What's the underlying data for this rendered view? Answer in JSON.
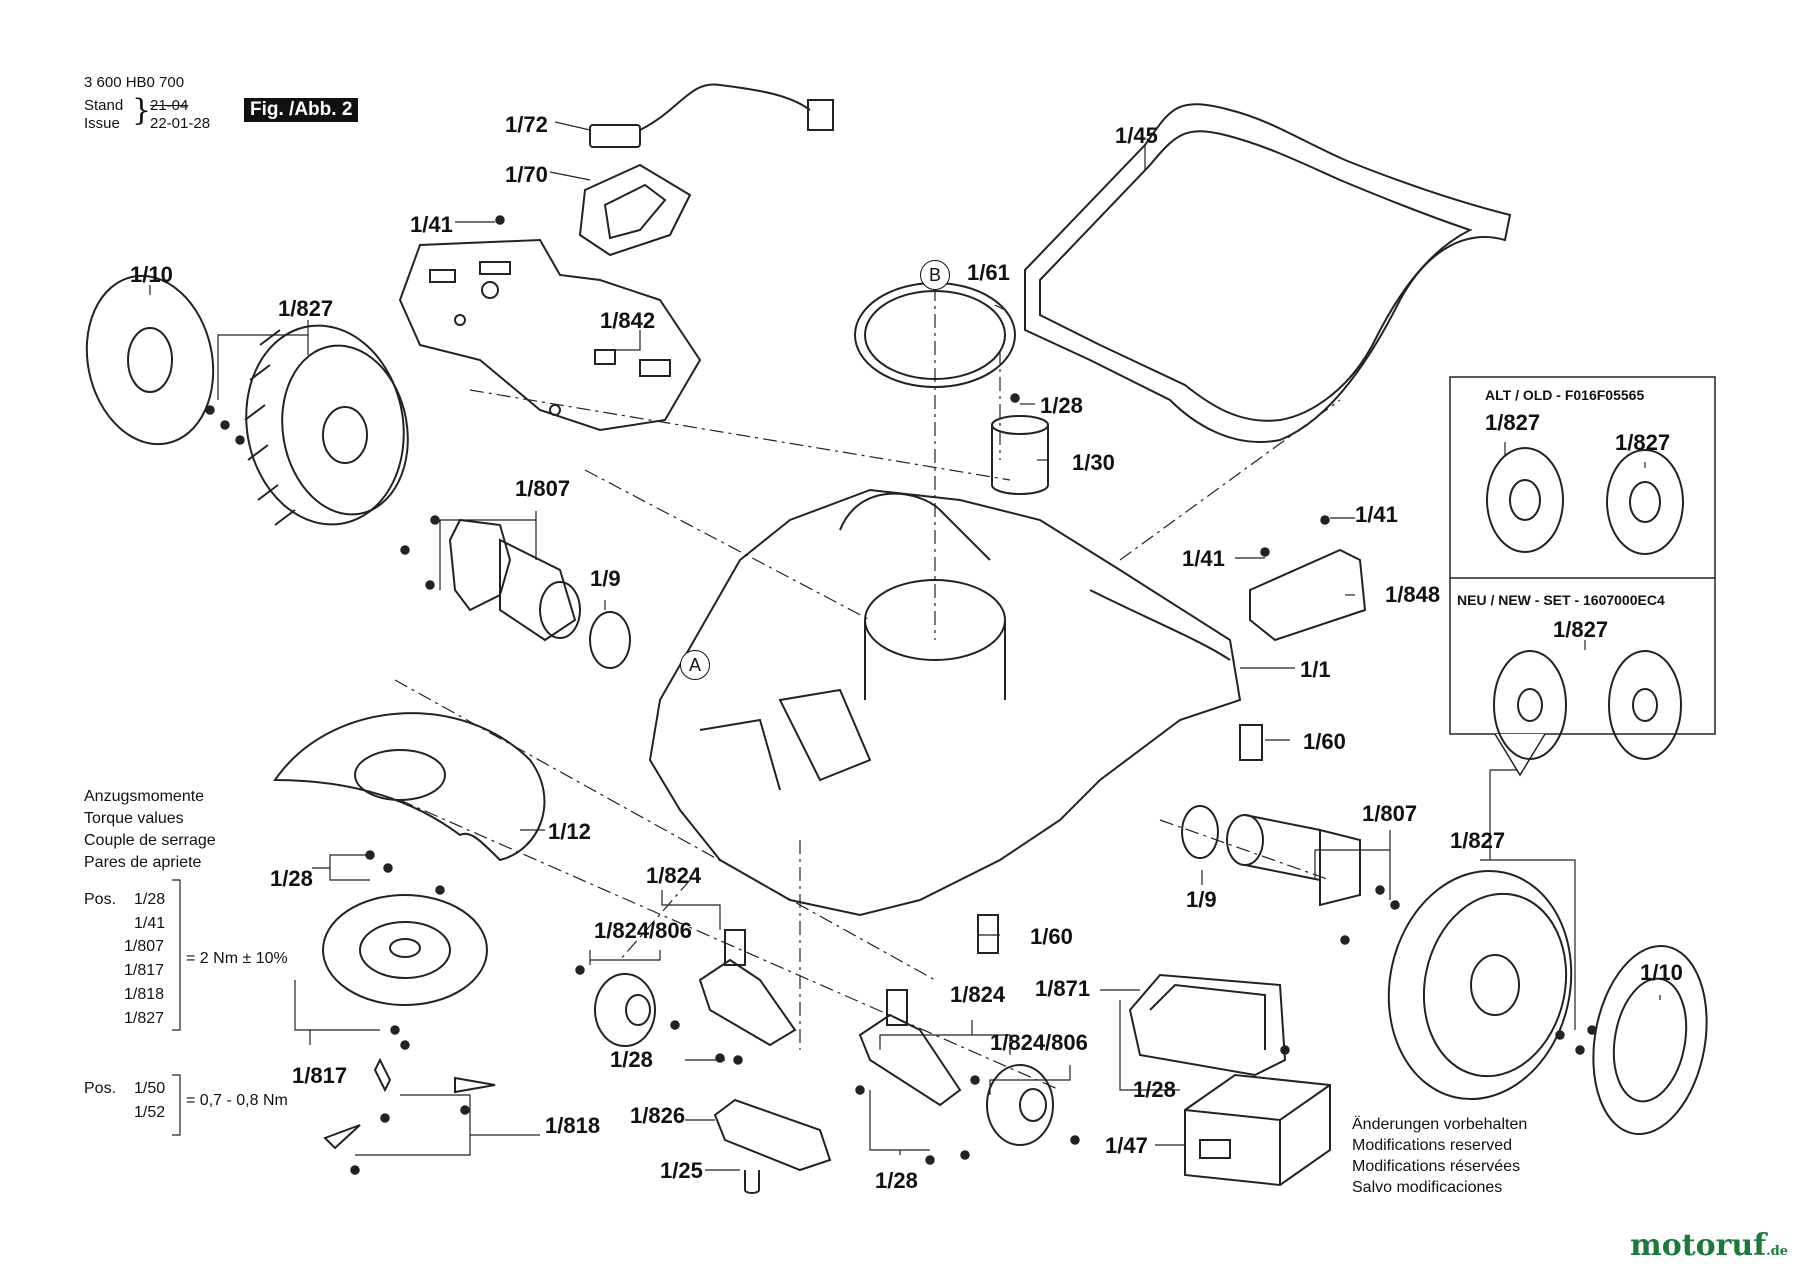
{
  "header": {
    "doc_number": "3 600 HB0 700",
    "stand_label": "Stand",
    "issue_label": "Issue",
    "stand_value": "21-04",
    "issue_value": "22-01-28",
    "figure": "Fig. /Abb. 2"
  },
  "callouts": {
    "a": "A",
    "b": "B"
  },
  "parts": [
    {
      "id": "p-1-72",
      "label": "1/72"
    },
    {
      "id": "p-1-70",
      "label": "1/70"
    },
    {
      "id": "p-1-41-top",
      "label": "1/41"
    },
    {
      "id": "p-1-45",
      "label": "1/45"
    },
    {
      "id": "p-1-10-left",
      "label": "1/10"
    },
    {
      "id": "p-1-827-left",
      "label": "1/827"
    },
    {
      "id": "p-1-842",
      "label": "1/842"
    },
    {
      "id": "p-1-61",
      "label": "1/61"
    },
    {
      "id": "p-1-28-shaft",
      "label": "1/28"
    },
    {
      "id": "p-1-30",
      "label": "1/30"
    },
    {
      "id": "p-1-807-left",
      "label": "1/807"
    },
    {
      "id": "p-1-9-left",
      "label": "1/9"
    },
    {
      "id": "p-1-41-right-a",
      "label": "1/41"
    },
    {
      "id": "p-1-41-right-b",
      "label": "1/41"
    },
    {
      "id": "p-1-848",
      "label": "1/848"
    },
    {
      "id": "p-1-1",
      "label": "1/1"
    },
    {
      "id": "p-1-60-right",
      "label": "1/60"
    },
    {
      "id": "p-1-12",
      "label": "1/12"
    },
    {
      "id": "p-1-28-disc",
      "label": "1/28"
    },
    {
      "id": "p-1-824-a",
      "label": "1/824"
    },
    {
      "id": "p-1-824-806-a",
      "label": "1/824/806"
    },
    {
      "id": "p-1-807-right",
      "label": "1/807"
    },
    {
      "id": "p-1-827-right",
      "label": "1/827"
    },
    {
      "id": "p-1-9-right",
      "label": "1/9"
    },
    {
      "id": "p-1-60-center",
      "label": "1/60"
    },
    {
      "id": "p-1-824-b",
      "label": "1/824"
    },
    {
      "id": "p-1-871",
      "label": "1/871"
    },
    {
      "id": "p-1-10-right",
      "label": "1/10"
    },
    {
      "id": "p-1-824-806-b",
      "label": "1/824/806"
    },
    {
      "id": "p-1-817",
      "label": "1/817"
    },
    {
      "id": "p-1-28-wheel",
      "label": "1/28"
    },
    {
      "id": "p-1-28-battery",
      "label": "1/28"
    },
    {
      "id": "p-1-818",
      "label": "1/818"
    },
    {
      "id": "p-1-826",
      "label": "1/826"
    },
    {
      "id": "p-1-47",
      "label": "1/47"
    },
    {
      "id": "p-1-25",
      "label": "1/25"
    },
    {
      "id": "p-1-28-bottom",
      "label": "1/28"
    }
  ],
  "variant_box": {
    "old_title": "ALT / OLD - F016F05565",
    "old_label_a": "1/827",
    "old_label_b": "1/827",
    "new_title": "NEU / NEW - SET - 1607000EC4",
    "new_label": "1/827"
  },
  "torque": {
    "heading": [
      "Anzugsmomente",
      "Torque values",
      "Couple de serrage",
      "Pares de apriete"
    ],
    "pos_label_1": "Pos.",
    "group1": [
      "1/28",
      "1/41",
      "1/807",
      "1/817",
      "1/818",
      "1/827"
    ],
    "value1": "= 2 Nm  ± 10%",
    "pos_label_2": "Pos.",
    "group2": [
      "1/50",
      "1/52"
    ],
    "value2": "= 0,7 - 0,8 Nm"
  },
  "notes": [
    "Änderungen vorbehalten",
    "Modifications reserved",
    "Modifications réservées",
    "Salvo modificaciones"
  ],
  "watermark": {
    "brand": "motoruf",
    "tld": ".de"
  }
}
